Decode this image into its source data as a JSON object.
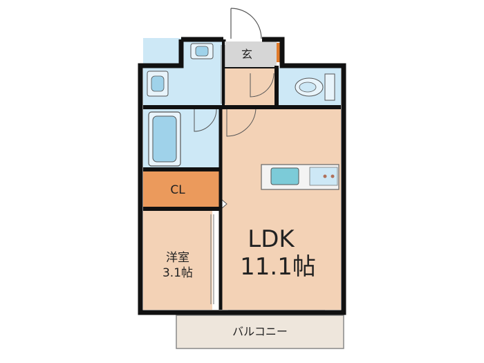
{
  "rooms": {
    "entrance": "玄",
    "closet": "CL",
    "ldk_name": "LDK",
    "ldk_size": "11.1帖",
    "western_name": "洋室",
    "western_size": "3.1帖",
    "balcony": "バルコニー"
  },
  "colors": {
    "wall": "#111111",
    "ldk_floor": "#f3d2b6",
    "western_floor": "#f3d2b6",
    "wet_area": "#cde8f6",
    "entrance_floor": "#d6d6d6",
    "closet": "#eb9a5c",
    "balcony": "#eee6dc",
    "counter_top": "#7ccbd8",
    "door_accent": "#e07a2a"
  }
}
